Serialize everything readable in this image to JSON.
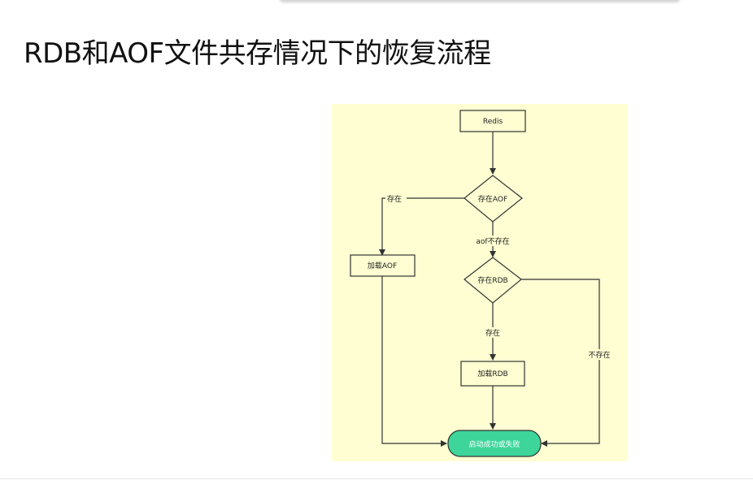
{
  "slide": {
    "title": "RDB和AOF文件共存情况下的恢复流程"
  },
  "flowchart": {
    "nodes": {
      "start": "Redis",
      "decision_aof": "存在AOF",
      "load_aof": "加载AOF",
      "decision_rdb": "存在RDB",
      "load_rdb": "加载RDB",
      "end": "启动成功或失败"
    },
    "edges": {
      "aof_exists": "存在",
      "aof_missing": "aof不存在",
      "rdb_exists": "存在",
      "rdb_missing": "不存在"
    }
  },
  "colors": {
    "diagram_background": "#fefed2",
    "terminal_fill": "#3dd59a",
    "stroke": "#333333"
  }
}
